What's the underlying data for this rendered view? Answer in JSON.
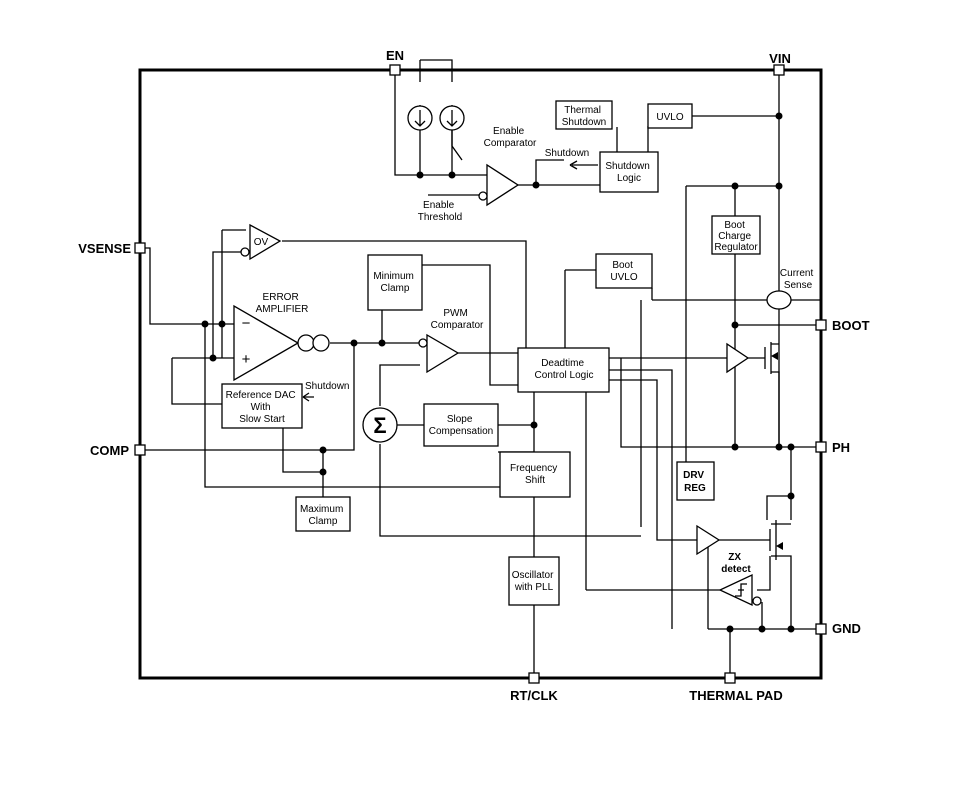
{
  "pins": {
    "en": "EN",
    "vin": "VIN",
    "vsense": "VSENSE",
    "comp": "COMP",
    "boot": "BOOT",
    "ph": "PH",
    "gnd": "GND",
    "rtclk": "RT/CLK",
    "thermal_pad": "THERMAL PAD"
  },
  "blocks": {
    "thermal_shutdown": [
      "Thermal",
      "Shutdown"
    ],
    "uvlo": "UVLO",
    "shutdown_logic": [
      "Shutdown",
      "Logic"
    ],
    "boot_charge_regulator": [
      "Boot",
      "Charge",
      "Regulator"
    ],
    "boot_uvlo": [
      "Boot",
      "UVLO"
    ],
    "minimum_clamp": [
      "Minimum",
      "Clamp"
    ],
    "deadtime_control_logic": [
      "Deadtime",
      "Control Logic"
    ],
    "reference_dac": [
      "Reference DAC",
      "With",
      "Slow Start"
    ],
    "slope_compensation": [
      "Slope",
      "Compensation"
    ],
    "frequency_shift": [
      "Frequency",
      "Shift"
    ],
    "maximum_clamp": [
      "Maximum",
      "Clamp"
    ],
    "drv_reg": [
      "DRV",
      "REG"
    ],
    "oscillator": [
      "Oscillator",
      "with PLL"
    ]
  },
  "labels": {
    "enable_comparator": [
      "Enable",
      "Comparator"
    ],
    "shutdown_top": "Shutdown",
    "enable_threshold": [
      "Enable",
      "Threshold"
    ],
    "ov": "OV",
    "error_amplifier": [
      "ERROR",
      "AMPLIFIER"
    ],
    "pwm_comparator": [
      "PWM",
      "Comparator"
    ],
    "shutdown_dac": "Shutdown",
    "current_sense": [
      "Current",
      "Sense"
    ],
    "zx_detect": [
      "ZX",
      "detect"
    ],
    "minus_sign": "−",
    "plus_sign": "+",
    "sigma": "Σ"
  }
}
